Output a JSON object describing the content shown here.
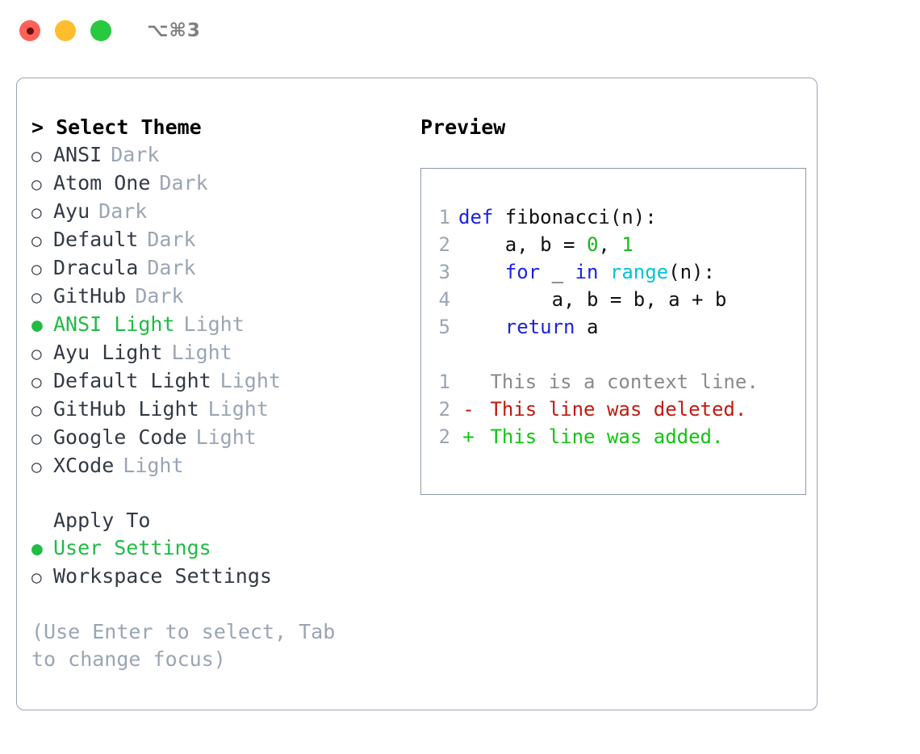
{
  "titlebar": {
    "shortcut": "⌥⌘3",
    "lights": [
      {
        "name": "close",
        "color": "#ff6058"
      },
      {
        "name": "minimize",
        "color": "#ffbd2e"
      },
      {
        "name": "maximize",
        "color": "#28c940"
      }
    ]
  },
  "theme_picker": {
    "heading": "> Select Theme",
    "bullet_selected": "●",
    "bullet_unselected": "○",
    "accent_color": "#22bb44",
    "muted_color": "#9aa5b4",
    "items": [
      {
        "name": "ANSI",
        "suffix": "Dark",
        "selected": false
      },
      {
        "name": "Atom One",
        "suffix": "Dark",
        "selected": false
      },
      {
        "name": "Ayu",
        "suffix": "Dark",
        "selected": false
      },
      {
        "name": "Default",
        "suffix": "Dark",
        "selected": false
      },
      {
        "name": "Dracula",
        "suffix": "Dark",
        "selected": false
      },
      {
        "name": "GitHub",
        "suffix": "Dark",
        "selected": false
      },
      {
        "name": "ANSI Light",
        "suffix": "Light",
        "selected": true
      },
      {
        "name": "Ayu Light",
        "suffix": "Light",
        "selected": false
      },
      {
        "name": "Default Light",
        "suffix": "Light",
        "selected": false
      },
      {
        "name": "GitHub Light",
        "suffix": "Light",
        "selected": false
      },
      {
        "name": "Google Code",
        "suffix": "Light",
        "selected": false
      },
      {
        "name": "XCode",
        "suffix": "Light",
        "selected": false
      }
    ]
  },
  "apply_to": {
    "heading": "Apply To",
    "items": [
      {
        "name": "User Settings",
        "selected": true
      },
      {
        "name": "Workspace Settings",
        "selected": false
      }
    ]
  },
  "hint": "(Use Enter to select, Tab to change focus)",
  "preview": {
    "title": "Preview",
    "code_lines": [
      {
        "no": "1",
        "tokens": [
          {
            "t": "def",
            "c": "kw"
          },
          {
            "t": " fibonacci(n):",
            "c": "pl"
          }
        ]
      },
      {
        "no": "2",
        "tokens": [
          {
            "t": "    a, b = ",
            "c": "pl"
          },
          {
            "t": "0",
            "c": "num"
          },
          {
            "t": ", ",
            "c": "pl"
          },
          {
            "t": "1",
            "c": "num"
          }
        ]
      },
      {
        "no": "3",
        "tokens": [
          {
            "t": "    ",
            "c": "pl"
          },
          {
            "t": "for",
            "c": "kw"
          },
          {
            "t": " _ ",
            "c": "pl"
          },
          {
            "t": "in",
            "c": "kw"
          },
          {
            "t": " ",
            "c": "pl"
          },
          {
            "t": "range",
            "c": "fn"
          },
          {
            "t": "(n):",
            "c": "pl"
          }
        ]
      },
      {
        "no": "4",
        "tokens": [
          {
            "t": "        a, b = b, a + b",
            "c": "pl"
          }
        ]
      },
      {
        "no": "5",
        "tokens": [
          {
            "t": "    ",
            "c": "pl"
          },
          {
            "t": "return",
            "c": "kw"
          },
          {
            "t": " a",
            "c": "pl"
          }
        ]
      }
    ],
    "diff_lines": [
      {
        "no": "1",
        "mark": " ",
        "text": " This is a context line.",
        "kind": "context"
      },
      {
        "no": "2",
        "mark": "-",
        "text": " This line was deleted.",
        "kind": "del"
      },
      {
        "no": "2",
        "mark": "+",
        "text": " This line was added.",
        "kind": "add"
      }
    ]
  }
}
